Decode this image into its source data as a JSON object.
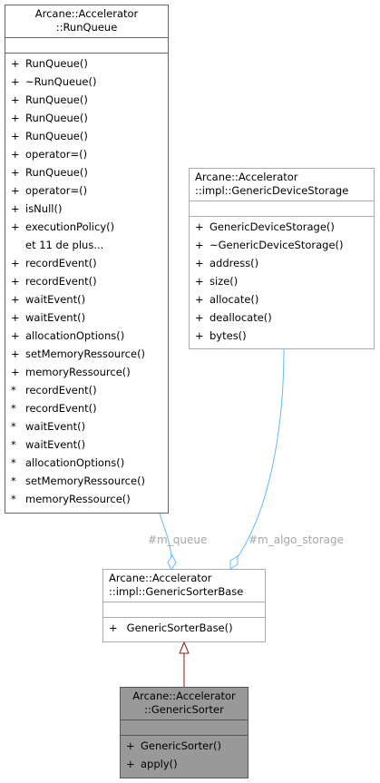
{
  "colors": {
    "association": "#63b8ff",
    "inheritance": "#8b1a1a",
    "selected_fill": "#999999"
  },
  "run_queue": {
    "title_line1": "Arcane::Accelerator",
    "title_line2": "::RunQueue",
    "methods": [
      {
        "sym": "+",
        "name": "RunQueue()"
      },
      {
        "sym": "+",
        "name": "~RunQueue()"
      },
      {
        "sym": "+",
        "name": "RunQueue()"
      },
      {
        "sym": "+",
        "name": "RunQueue()"
      },
      {
        "sym": "+",
        "name": "RunQueue()"
      },
      {
        "sym": "+",
        "name": "operator=()"
      },
      {
        "sym": "+",
        "name": "RunQueue()"
      },
      {
        "sym": "+",
        "name": "operator=()"
      },
      {
        "sym": "+",
        "name": "isNull()"
      },
      {
        "sym": "+",
        "name": "executionPolicy()"
      },
      {
        "sym": "",
        "name": "et 11 de plus..."
      },
      {
        "sym": "+",
        "name": "recordEvent()"
      },
      {
        "sym": "+",
        "name": "recordEvent()"
      },
      {
        "sym": "+",
        "name": "waitEvent()"
      },
      {
        "sym": "+",
        "name": "waitEvent()"
      },
      {
        "sym": "+",
        "name": "allocationOptions()"
      },
      {
        "sym": "+",
        "name": "setMemoryRessource()"
      },
      {
        "sym": "+",
        "name": "memoryRessource()"
      },
      {
        "sym": "*",
        "name": "recordEvent()"
      },
      {
        "sym": "*",
        "name": "recordEvent()"
      },
      {
        "sym": "*",
        "name": "waitEvent()"
      },
      {
        "sym": "*",
        "name": "waitEvent()"
      },
      {
        "sym": "*",
        "name": "allocationOptions()"
      },
      {
        "sym": "*",
        "name": "setMemoryRessource()"
      },
      {
        "sym": "*",
        "name": "memoryRessource()"
      }
    ]
  },
  "device_storage": {
    "title_line1": "Arcane::Accelerator",
    "title_line2": "::impl::GenericDeviceStorage",
    "methods": [
      {
        "sym": "+",
        "name": "GenericDeviceStorage()"
      },
      {
        "sym": "+",
        "name": "~GenericDeviceStorage()"
      },
      {
        "sym": "+",
        "name": "address()"
      },
      {
        "sym": "+",
        "name": "size()"
      },
      {
        "sym": "+",
        "name": "allocate()"
      },
      {
        "sym": "+",
        "name": "deallocate()"
      },
      {
        "sym": "+",
        "name": "bytes()"
      }
    ]
  },
  "sorter_base": {
    "title_line1": "Arcane::Accelerator",
    "title_line2": "::impl::GenericSorterBase",
    "methods": [
      {
        "sym": "+",
        "name": " GenericSorterBase()"
      }
    ]
  },
  "sorter": {
    "title_line1": "Arcane::Accelerator",
    "title_line2": "::GenericSorter",
    "methods": [
      {
        "sym": "+",
        "name": "GenericSorter()"
      },
      {
        "sym": "+",
        "name": "apply()"
      }
    ]
  },
  "edges": {
    "m_queue": "#m_queue",
    "m_algo_storage": "#m_algo_storage"
  }
}
